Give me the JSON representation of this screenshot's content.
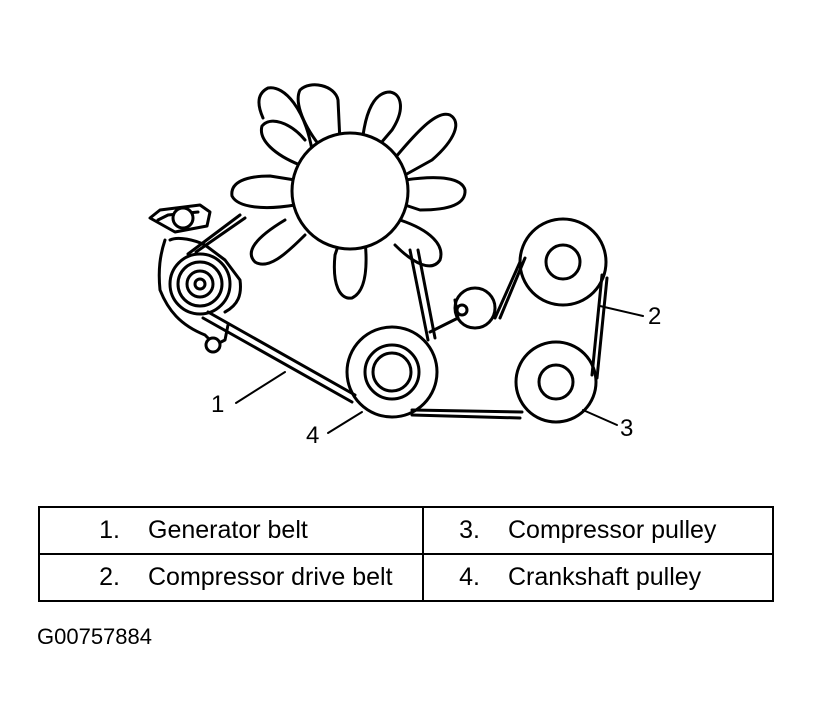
{
  "diagram": {
    "callouts": [
      {
        "number": "1"
      },
      {
        "number": "2"
      },
      {
        "number": "3"
      },
      {
        "number": "4"
      }
    ]
  },
  "legend": {
    "rows": [
      [
        {
          "number": "1.",
          "label": "Generator belt"
        },
        {
          "number": "3.",
          "label": "Compressor pulley"
        }
      ],
      [
        {
          "number": "2.",
          "label": "Compressor drive belt"
        },
        {
          "number": "4.",
          "label": "Crankshaft pulley"
        }
      ]
    ]
  },
  "figure_id": "G00757884"
}
